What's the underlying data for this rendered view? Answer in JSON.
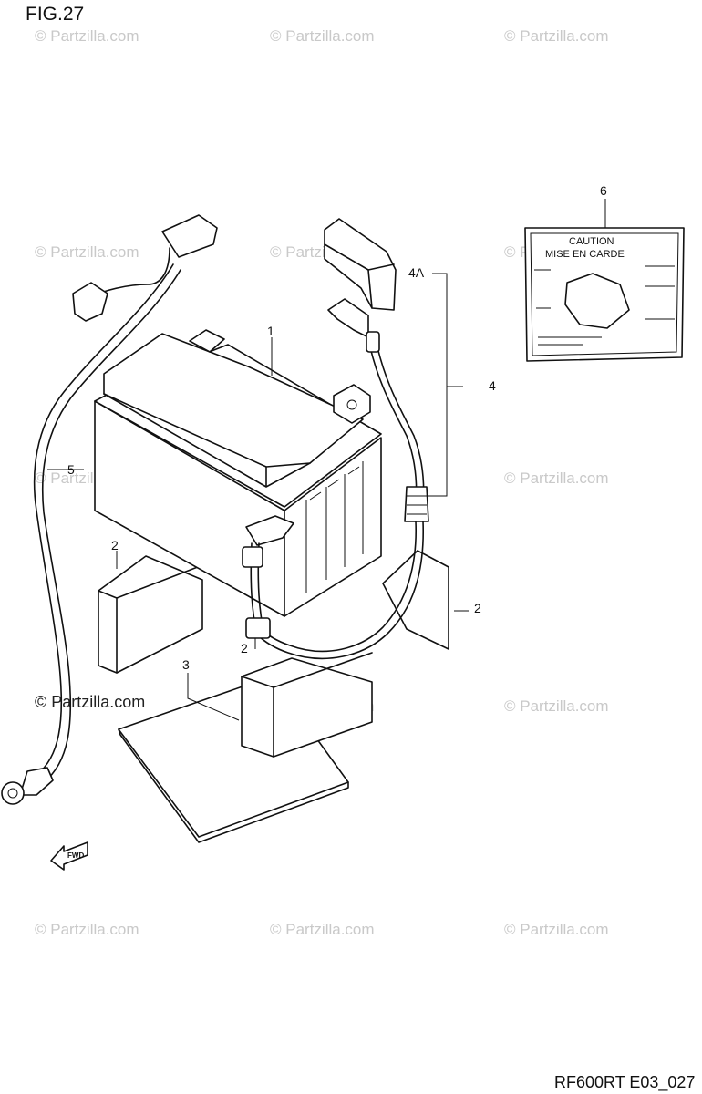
{
  "figure": {
    "title": "FIG.27",
    "code": "RF600RT E03_027"
  },
  "watermark": {
    "text": "© Partzilla.com",
    "foreground_text": "© Partzilla.com"
  },
  "callouts": [
    {
      "id": "c1",
      "label": "1"
    },
    {
      "id": "c2a",
      "label": "2"
    },
    {
      "id": "c2b",
      "label": "2"
    },
    {
      "id": "c2c",
      "label": "2"
    },
    {
      "id": "c3",
      "label": "3"
    },
    {
      "id": "c4",
      "label": "4"
    },
    {
      "id": "c4a",
      "label": "4A"
    },
    {
      "id": "c5",
      "label": "5"
    },
    {
      "id": "c6",
      "label": "6"
    }
  ],
  "caution_label": {
    "line1": "CAUTION",
    "line2": "MISE EN CARDE"
  },
  "direction_arrow": {
    "text": "FWD",
    "icon": "forward-arrow-icon"
  },
  "colors": {
    "line": "#111111",
    "watermark": "#c9c9c9",
    "background": "#ffffff"
  }
}
